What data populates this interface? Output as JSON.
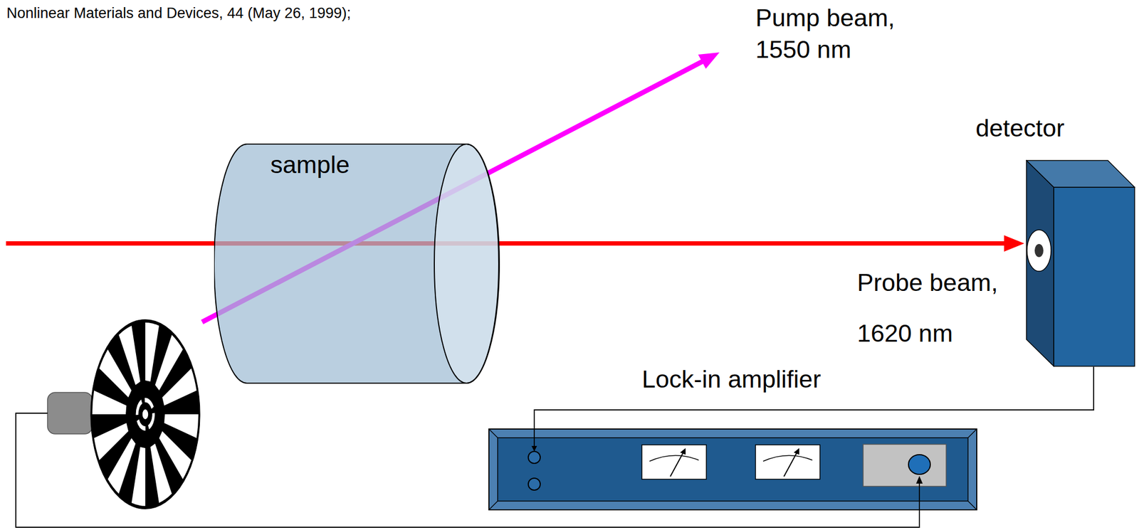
{
  "diagram": {
    "nodes": [
      {
        "text": [
          "sample"
        ]
      },
      {
        "text": [
          "detector"
        ]
      },
      {
        "text": [
          "Lock-in amplifier"
        ]
      }
    ],
    "edges": [
      {
        "from": 1,
        "to": 2,
        "arrow": "to"
      }
    ],
    "labels": [
      "Nonlinear Materials and Devices, 44 (May 26, 1999);",
      "Pump beam, 1550 nm",
      "Probe beam, 1620 nm"
    ]
  }
}
